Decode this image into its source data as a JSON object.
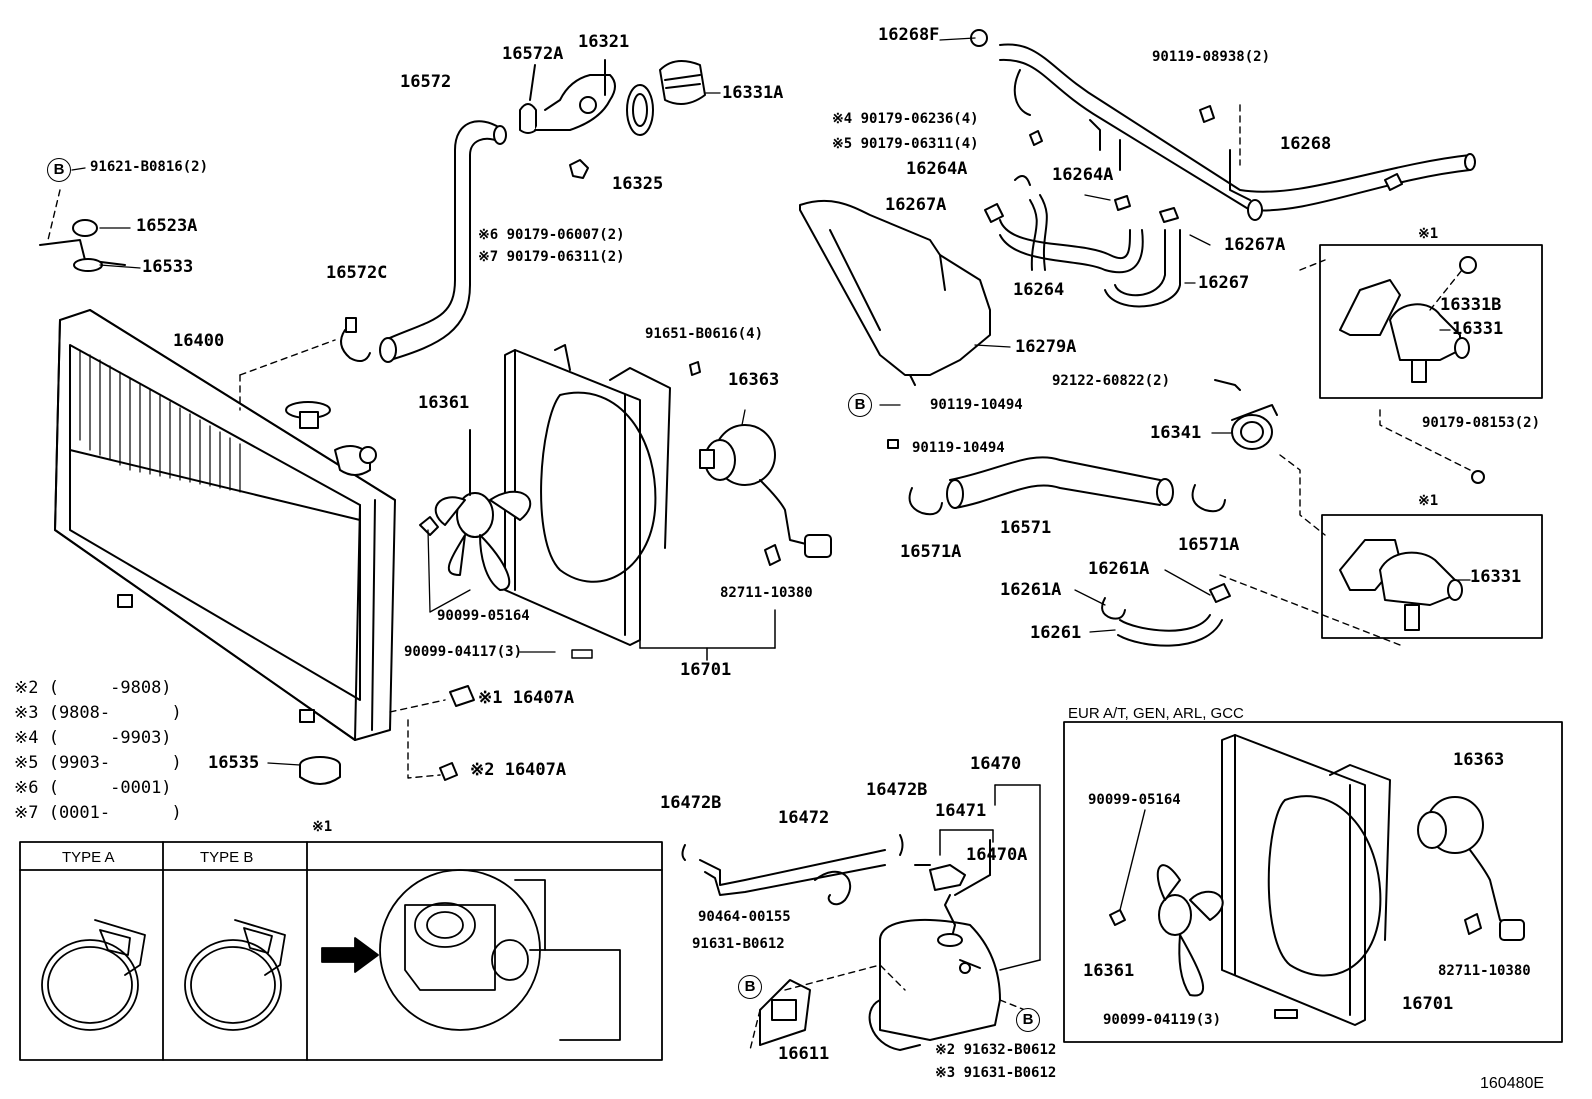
{
  "labels": {
    "p16572": "16572",
    "p16572A": "16572A",
    "p16321": "16321",
    "p16331A": "16331A",
    "p16325": "16325",
    "p91621": "91621-B0816(2)",
    "p16523A": "16523A",
    "p16533": "16533",
    "p16572C": "16572C",
    "p90179_06007": "※6 90179-06007(2)",
    "p90179_06311b": "※7 90179-06311(2)",
    "p16400": "16400",
    "p91651": "91651-B0616(4)",
    "p16363": "16363",
    "p16361": "16361",
    "p90099_05164": "90099-05164",
    "p82711": "82711-10380",
    "p90099_04117": "90099-04117(3)",
    "p16701": "16701",
    "p16407A_1": "※1 16407A",
    "p16407A_2": "※2 16407A",
    "p16535": "16535",
    "p16268F": "16268F",
    "p90119_08938": "90119-08938(2)",
    "p90179_06236": "※4 90179-06236(4)",
    "p90179_06311a": "※5 90179-06311(4)",
    "p16264A_1": "16264A",
    "p16264A_2": "16264A",
    "p16268": "16268",
    "p16267A_1": "16267A",
    "p16267A_2": "16267A",
    "p16264": "16264",
    "p16267": "16267",
    "p16279A": "16279A",
    "p90119_10494a": "90119-10494",
    "p92122": "92122-60822(2)",
    "p90119_10494b": "90119-10494",
    "p16341": "16341",
    "p16571": "16571",
    "p16571A_1": "16571A",
    "p16571A_2": "16571A",
    "p16261A_1": "16261A",
    "p16261A_2": "16261A",
    "p16261": "16261",
    "p16331B": "16331B",
    "p16331_1": "16331",
    "p16331_2": "16331",
    "p90179_08153": "90179-08153(2)",
    "mark1a": "※1",
    "mark1b": "※1",
    "mark1c": "※1",
    "p16472B_1": "16472B",
    "p16472": "16472",
    "p16472B_2": "16472B",
    "p16470": "16470",
    "p16471": "16471",
    "p16470A": "16470A",
    "p90464": "90464-00155",
    "p91631_1": "91631-B0612",
    "p16611": "16611",
    "p91632": "※2 91632-B0612",
    "p91631_2": "※3 91631-B0612",
    "p2_16363": "16363",
    "p2_90099_05164": "90099-05164",
    "p2_16361": "16361",
    "p2_82711": "82711-10380",
    "p2_90099_04119": "90099-04119(3)",
    "p2_16701": "16701",
    "eur_header": "EUR A/T, GEN, ARL, GCC",
    "diagram_code": "160480E",
    "circle_b": "B"
  },
  "notes": [
    "※2 (     -9808)",
    "※3 (9808-      )",
    "※4 (     -9903)",
    "※5 (9903-      )",
    "※6 (     -0001)",
    "※7 (0001-      )"
  ],
  "type_table": {
    "col1": "TYPE A",
    "col2": "TYPE B"
  }
}
